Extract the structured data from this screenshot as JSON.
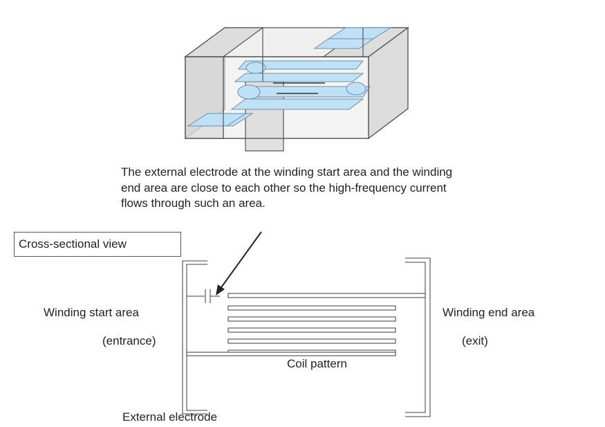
{
  "caption": {
    "line1": "The external electrode at the winding start area and the winding",
    "line2": "end area are close to each other so the high-frequency current",
    "line3": "flows through such an area."
  },
  "labels": {
    "cross_section": "Cross-sectional view",
    "winding_start": "Winding start area",
    "entrance": "(entrance)",
    "winding_end": "Winding end area",
    "exit": "(exit)",
    "coil_pattern": "Coil pattern",
    "external_electrode": "External electrode"
  },
  "colors": {
    "conductor": "#bfe0f5",
    "body_gray": "#d9d9d9",
    "line": "#555555"
  }
}
